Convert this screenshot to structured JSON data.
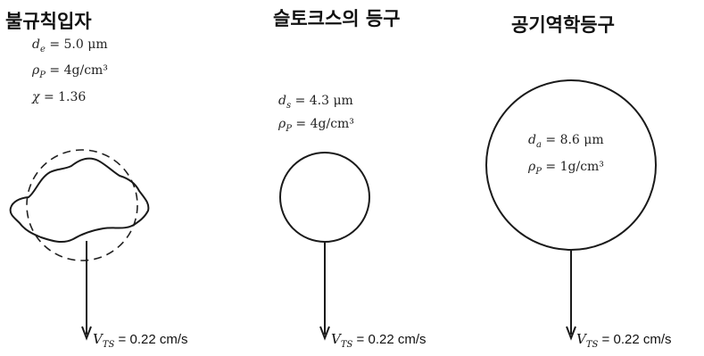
{
  "panels": [
    {
      "title": "불규칙입자",
      "params": [
        {
          "symbol": "d",
          "subscript": "e",
          "value": "= 5.0 μm"
        },
        {
          "symbol": "ρ",
          "subscript": "P",
          "value": "= 4g/cm³"
        },
        {
          "symbol": "χ",
          "subscript": "",
          "value": "= 1.36"
        }
      ],
      "velocity": {
        "symbol": "V",
        "subscript": "TS",
        "value": "= 0.22 cm/s"
      }
    },
    {
      "title": "슬토크스의 등구",
      "params": [
        {
          "symbol": "d",
          "subscript": "s",
          "value": "= 4.3 μm"
        },
        {
          "symbol": "ρ",
          "subscript": "P",
          "value": "= 4g/cm³"
        }
      ],
      "velocity": {
        "symbol": "V",
        "subscript": "TS",
        "value": "= 0.22 cm/s"
      }
    },
    {
      "title": "공기역학등구",
      "params": [
        {
          "symbol": "d",
          "subscript": "a",
          "value": "= 8.6 μm"
        },
        {
          "symbol": "ρ",
          "subscript": "P",
          "value": "= 1g/cm³"
        }
      ],
      "velocity": {
        "symbol": "V",
        "subscript": "TS",
        "value": "= 0.22 cm/s"
      }
    }
  ]
}
